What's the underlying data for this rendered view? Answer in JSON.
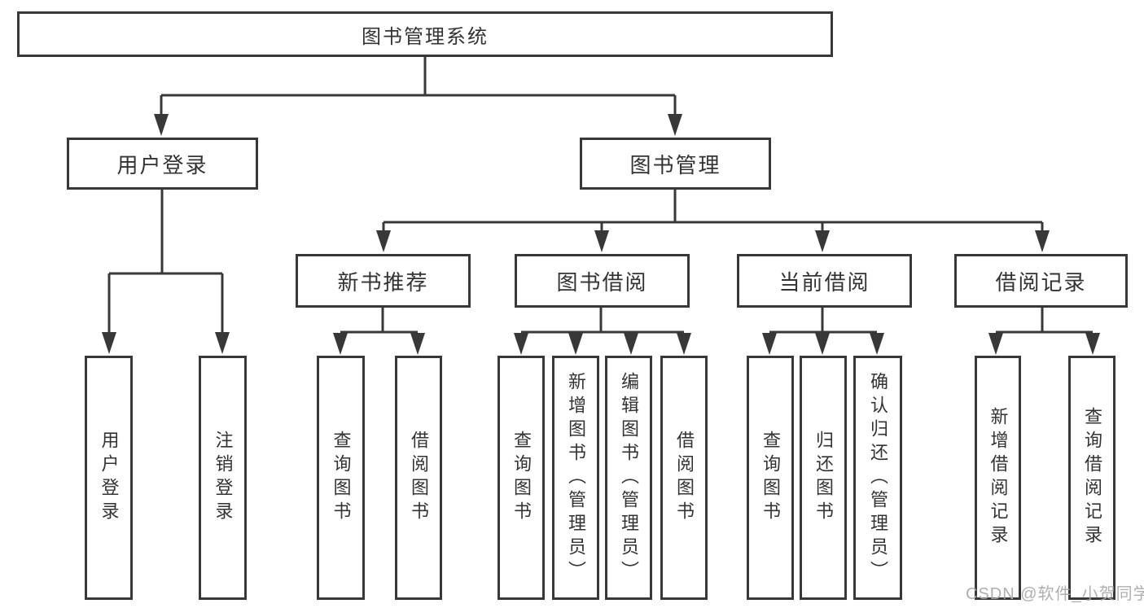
{
  "tree": {
    "label": "图书管理系统",
    "children": [
      {
        "label": "用户登录",
        "children": [
          {
            "label": "用户登录"
          },
          {
            "label": "注销登录"
          }
        ]
      },
      {
        "label": "图书管理",
        "children": [
          {
            "label": "新书推荐",
            "children": [
              {
                "label": "查询图书"
              },
              {
                "label": "借阅图书"
              }
            ]
          },
          {
            "label": "图书借阅",
            "children": [
              {
                "label": "查询图书"
              },
              {
                "label": "新增图书（管理员）"
              },
              {
                "label": "编辑图书（管理员）"
              },
              {
                "label": "借阅图书"
              }
            ]
          },
          {
            "label": "当前借阅",
            "children": [
              {
                "label": "查询图书"
              },
              {
                "label": "归还图书"
              },
              {
                "label": "确认归还（管理员）"
              }
            ]
          },
          {
            "label": "借阅记录",
            "children": [
              {
                "label": "新增借阅记录"
              },
              {
                "label": "查询借阅记录"
              }
            ]
          }
        ]
      }
    ]
  },
  "watermark": {
    "text": "CSDN @软件_小贺同学"
  },
  "colors": {
    "line": "#383838",
    "box_border": "#383838",
    "text": "#333333",
    "watermark": "#a9a9a9",
    "background": "#ffffff"
  }
}
